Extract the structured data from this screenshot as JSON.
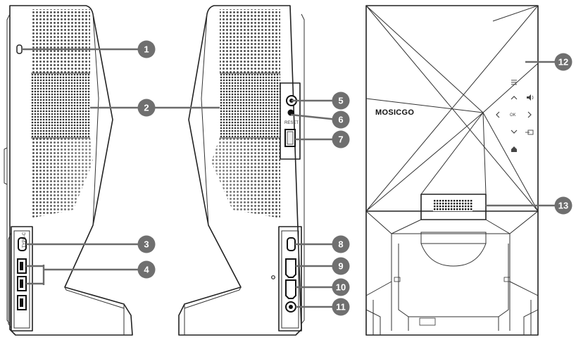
{
  "figure": {
    "brand_label": "MOSICGO",
    "callouts": [
      "1",
      "2",
      "3",
      "4",
      "5",
      "6",
      "7",
      "8",
      "9",
      "10",
      "11",
      "12",
      "13"
    ],
    "touch_panel": {
      "ok_label": "OK",
      "menu_icon": "menu-icon",
      "arrow_icons": [
        "chevron-up-icon",
        "chevron-left-icon",
        "chevron-right-icon",
        "chevron-down-icon"
      ],
      "volume_icon": "speaker-icon",
      "source_icon": "input-source-icon",
      "home_icon": "home-icon"
    },
    "colors": {
      "callout": "#6f6f6f",
      "line": "#222222",
      "mesh": "#555555"
    }
  }
}
